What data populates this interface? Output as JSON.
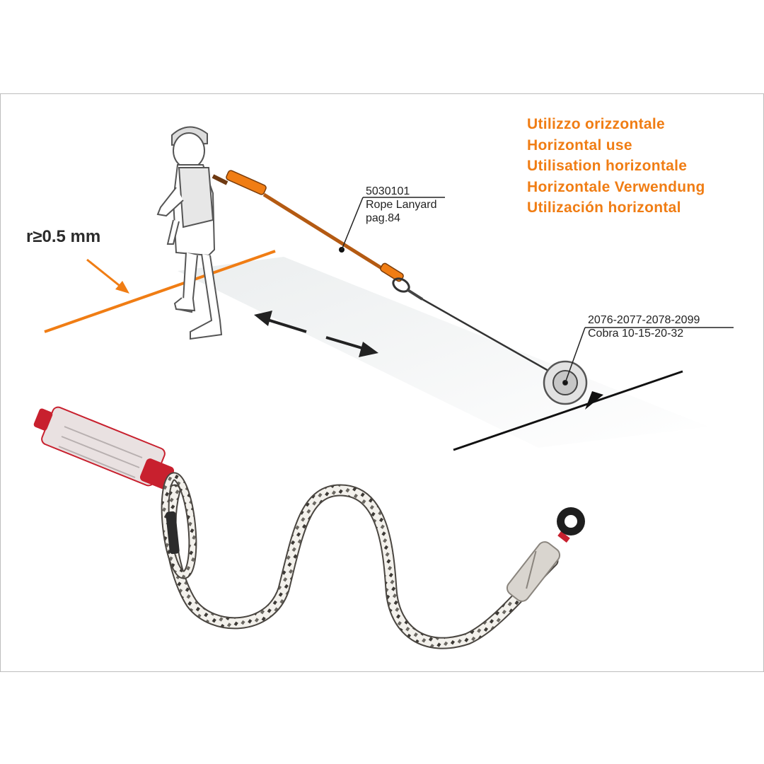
{
  "title_lines": [
    "Utilizzo orizzontale",
    "Horizontal use",
    "Utilisation horizontale",
    "Horizontale Verwendung",
    "Utilización horizontal"
  ],
  "edge_radius": "r≥0.5 mm",
  "lanyard_callout": {
    "code": "5030101",
    "name": "Rope Lanyard",
    "page": "pag.84"
  },
  "retractor_callout": {
    "codes": "2076-2077-2078-2099",
    "name": "Cobra 10-15-20-32"
  },
  "colors": {
    "accent_orange": "#f07d14",
    "line_dark": "#222222",
    "absorber_red": "#c8202e",
    "rope_white": "#f4f2ee"
  }
}
